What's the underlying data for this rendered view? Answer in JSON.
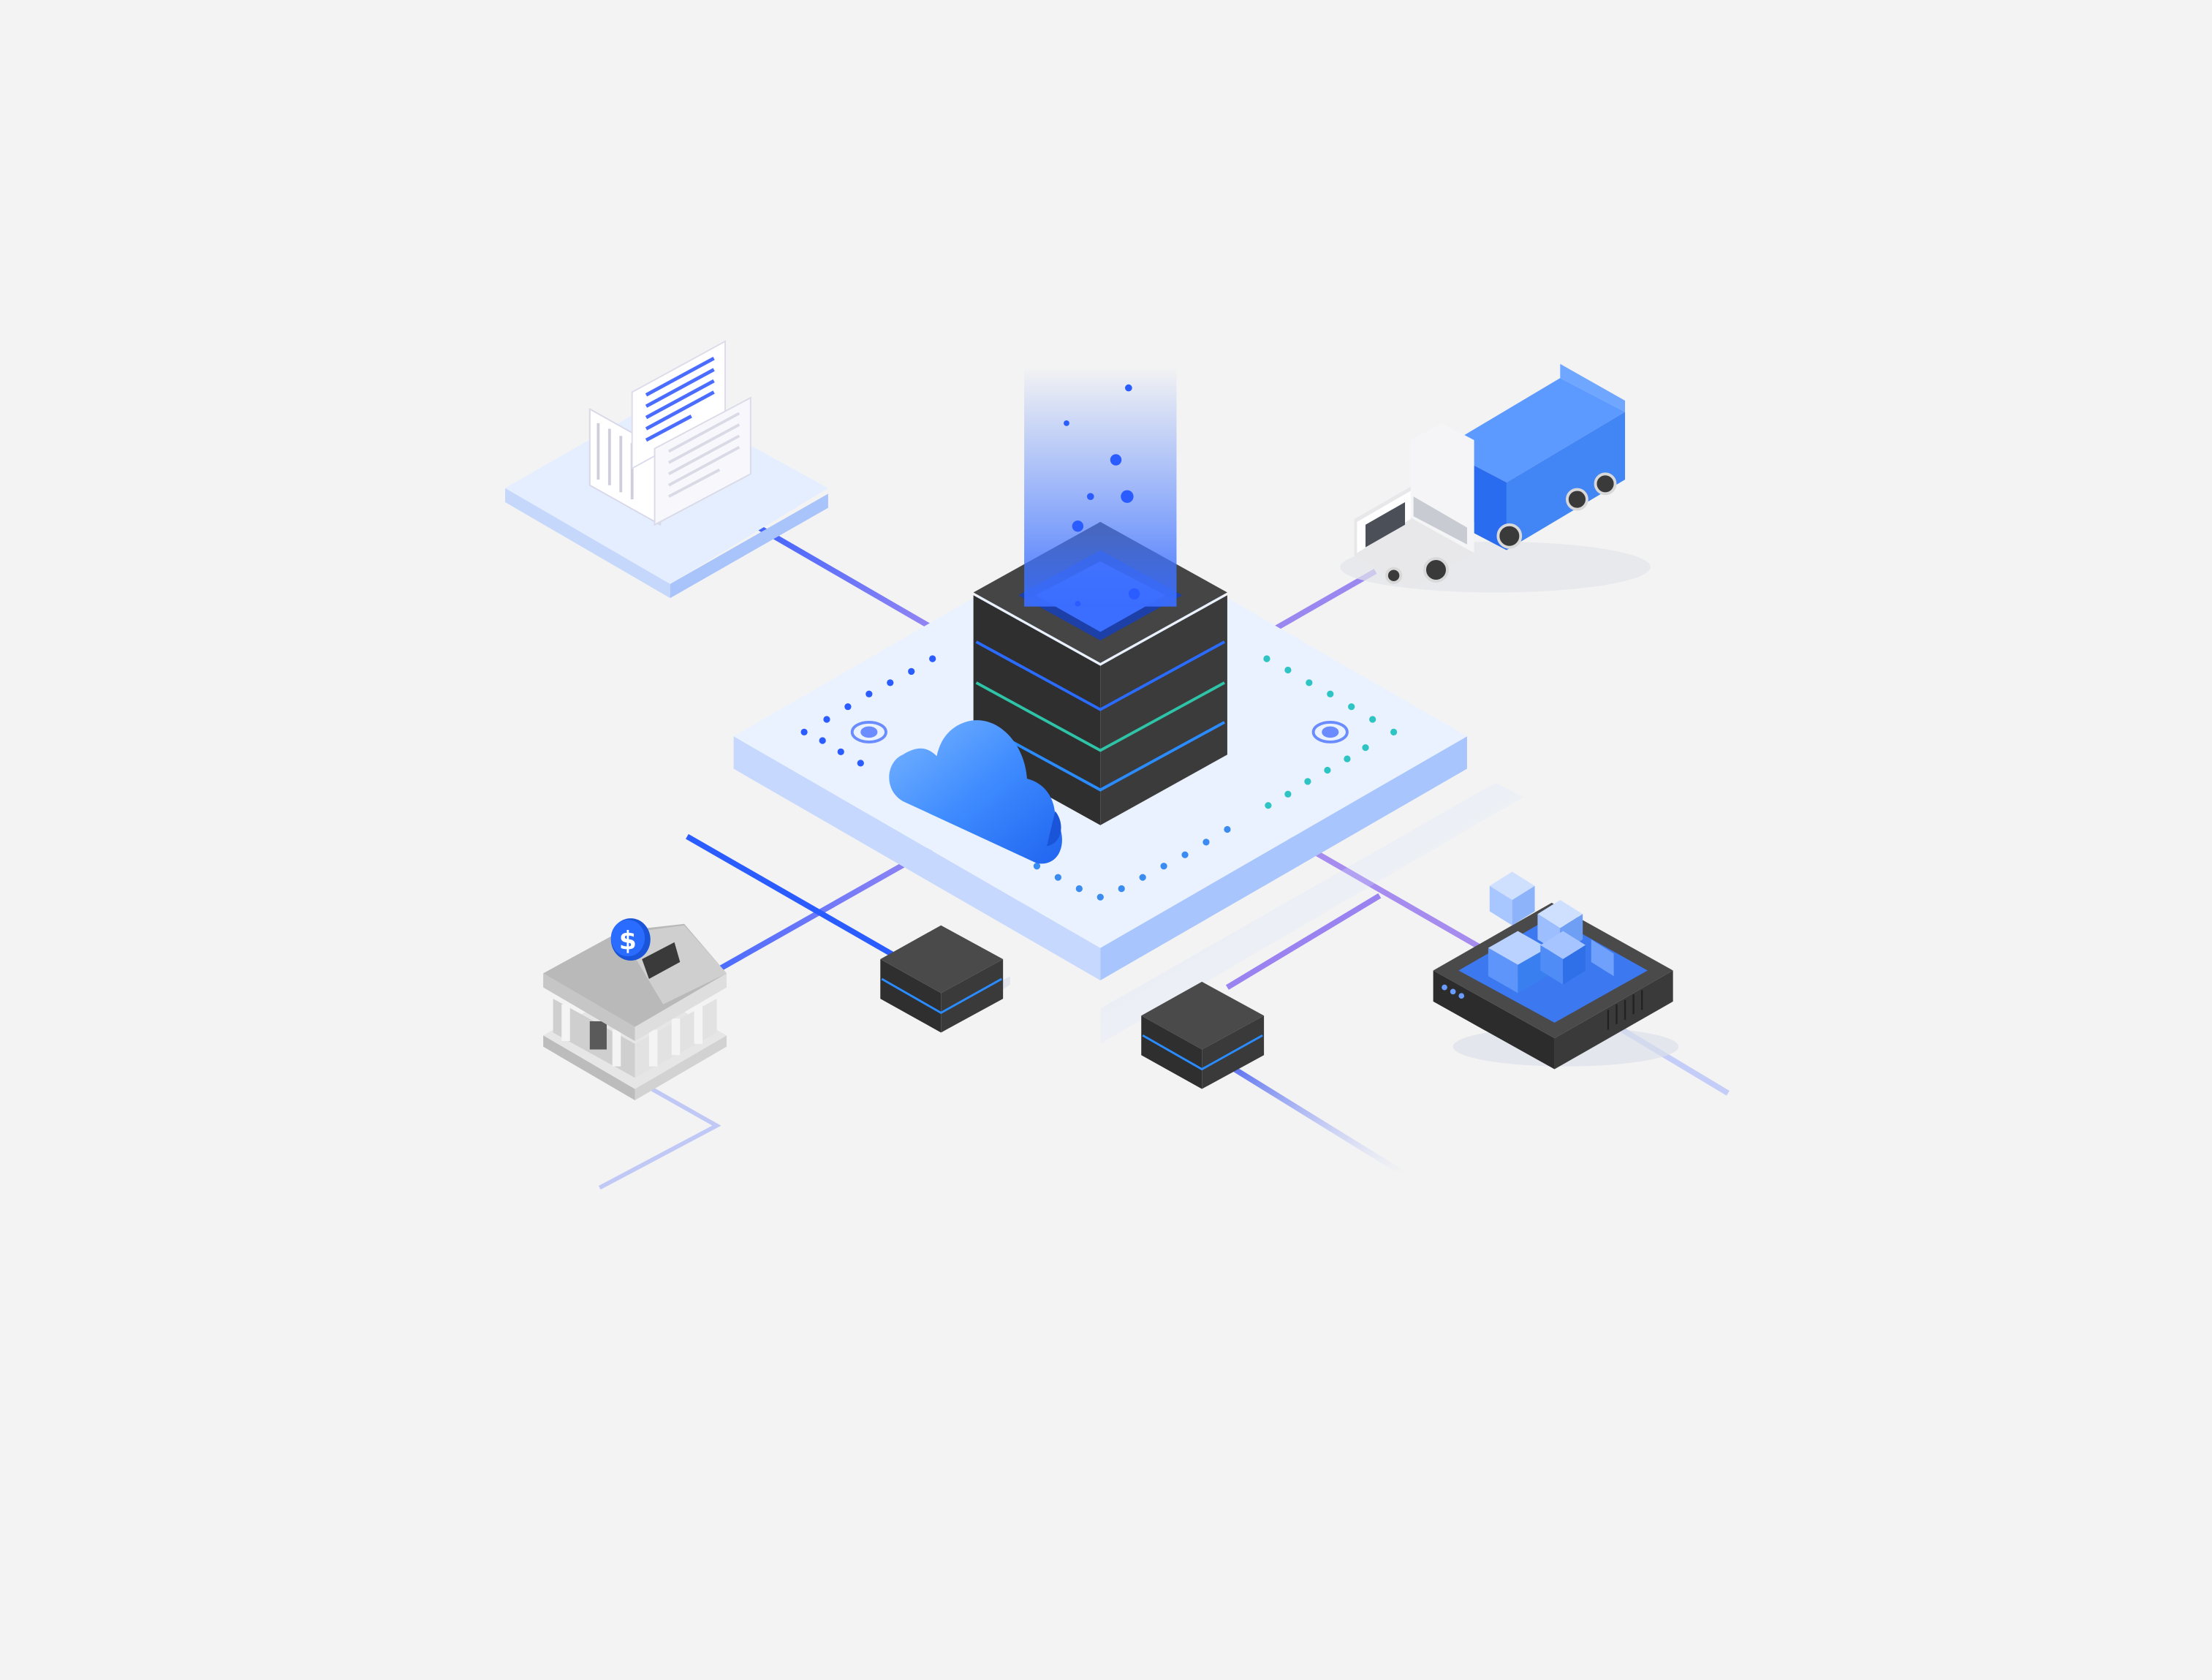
{
  "scene": {
    "title": "",
    "background": "#f3f3f3",
    "hub": {
      "name": "central-data-hub",
      "beam_color": "#4d7dff"
    },
    "cloud": {
      "name": "cloud",
      "color": "#3a80f7"
    },
    "nodes": [
      {
        "name": "document-stack-node"
      },
      {
        "name": "delivery-truck-node"
      },
      {
        "name": "bank-node",
        "badge_text": "$"
      },
      {
        "name": "storage-cube-node"
      },
      {
        "name": "small-server-left"
      },
      {
        "name": "small-server-middle"
      }
    ],
    "colors": {
      "dark": "#3b3b3b",
      "blue": "#2a6cff",
      "violet": "#8b7bf0",
      "teal": "#2ec4c4",
      "platform": "#dbe8fe",
      "truck_box": "#4285f4"
    }
  }
}
